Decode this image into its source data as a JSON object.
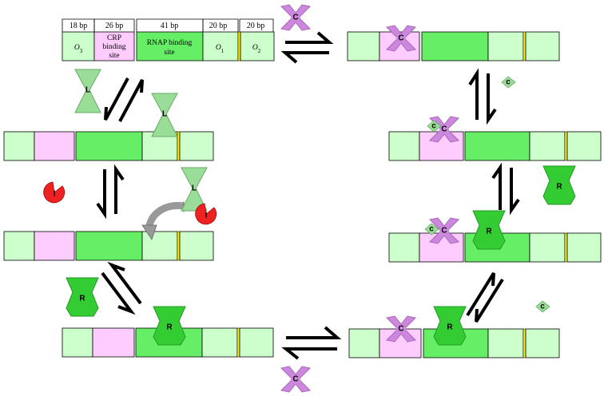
{
  "colors": {
    "operator_light": "#ccffcc",
    "crp_site": "#ffccff",
    "rnap_site": "#66ee66",
    "operator_divider": "#ffee00",
    "crp_protein": "#cc88dd",
    "repressor_protein": "#33cc33",
    "ligand_protein": "#99dd99",
    "inducer": "#ee2222",
    "curved_arrow": "#999999",
    "arrows": "#000000"
  },
  "header": {
    "bp_labels": [
      "18 bp",
      "26 bp",
      "41 bp",
      "20 bp",
      "20 bp"
    ]
  },
  "segments": {
    "o3": "O3",
    "crp": "CRP binding site",
    "crp_line1": "CRP",
    "crp_line2": "binding",
    "crp_line3": "site",
    "rnap": "RNAP binding site",
    "rnap_line1": "RNAP binding",
    "rnap_line2": "site",
    "o1": "O1",
    "o2": "O2"
  },
  "protein_labels": {
    "crp": "C",
    "ligand": "L",
    "repressor": "R",
    "inducer": "I",
    "cofactor": "c"
  }
}
